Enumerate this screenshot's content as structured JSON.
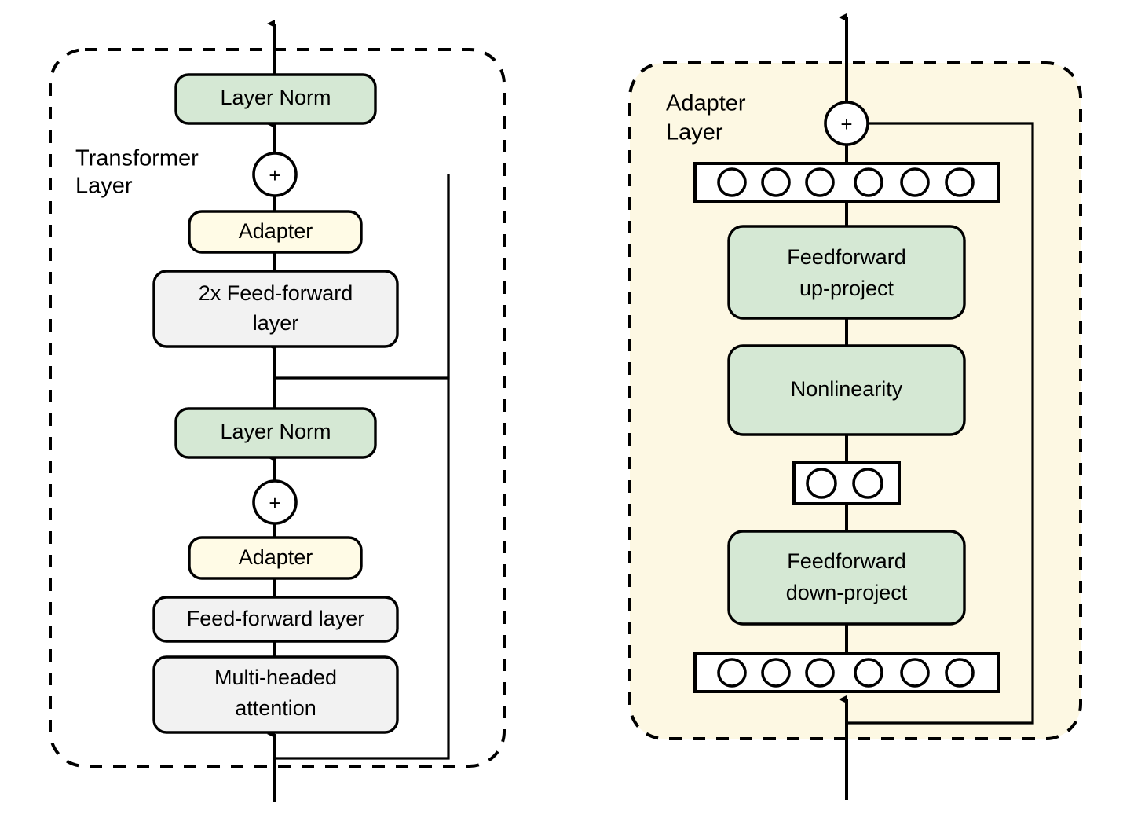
{
  "figure": {
    "title": "Transformer layer with adapter modules and adapter layer internals",
    "background_color": "#ffffff",
    "stroke_color": "#000000"
  },
  "palette": {
    "green_fill": "#d5e8d4",
    "yellow_fill": "#fffbe6",
    "gray_fill": "#f2f2f2",
    "white_fill": "#ffffff",
    "panel_tint": "#fdf8e3",
    "stroke": "#000000"
  },
  "panels": [
    {
      "id": "transformer-layer",
      "caption_line1": "Transformer",
      "caption_line2": "Layer",
      "background": "#ffffff",
      "nodes": [
        {
          "id": "layer-norm-top",
          "label": "Layer Norm",
          "label2": "",
          "fill": "#d5e8d4"
        },
        {
          "id": "adapter-top",
          "label": "Adapter",
          "label2": "",
          "fill": "#fffbe6"
        },
        {
          "id": "feed-forward-2x",
          "label": "2x Feed-forward",
          "label2": "layer",
          "fill": "#f2f2f2"
        },
        {
          "id": "layer-norm-bottom",
          "label": "Layer Norm",
          "label2": "",
          "fill": "#d5e8d4"
        },
        {
          "id": "adapter-bottom",
          "label": "Adapter",
          "label2": "",
          "fill": "#fffbe6"
        },
        {
          "id": "feed-forward-layer",
          "label": "Feed-forward layer",
          "label2": "",
          "fill": "#f2f2f2"
        },
        {
          "id": "multi-headed-attention",
          "label": "Multi-headed",
          "label2": "attention",
          "fill": "#f2f2f2"
        }
      ],
      "adders": [
        {
          "id": "add-top",
          "symbol": "+"
        },
        {
          "id": "add-bottom",
          "symbol": "+"
        }
      ]
    },
    {
      "id": "adapter-layer",
      "caption_line1": "Adapter",
      "caption_line2": "Layer",
      "background": "#fdf8e3",
      "nodes": [
        {
          "id": "feedforward-up-project",
          "label": "Feedforward",
          "label2": "up-project",
          "fill": "#d5e8d4"
        },
        {
          "id": "nonlinearity",
          "label": "Nonlinearity",
          "label2": "",
          "fill": "#d5e8d4"
        },
        {
          "id": "feedforward-down-project",
          "label": "Feedforward",
          "label2": "down-project",
          "fill": "#d5e8d4"
        }
      ],
      "neuron_rows": [
        {
          "id": "neurons-output",
          "count": 6
        },
        {
          "id": "neurons-bottleneck",
          "count": 2
        },
        {
          "id": "neurons-input",
          "count": 6
        }
      ],
      "adders": [
        {
          "id": "add-adapter",
          "symbol": "+"
        }
      ]
    }
  ]
}
